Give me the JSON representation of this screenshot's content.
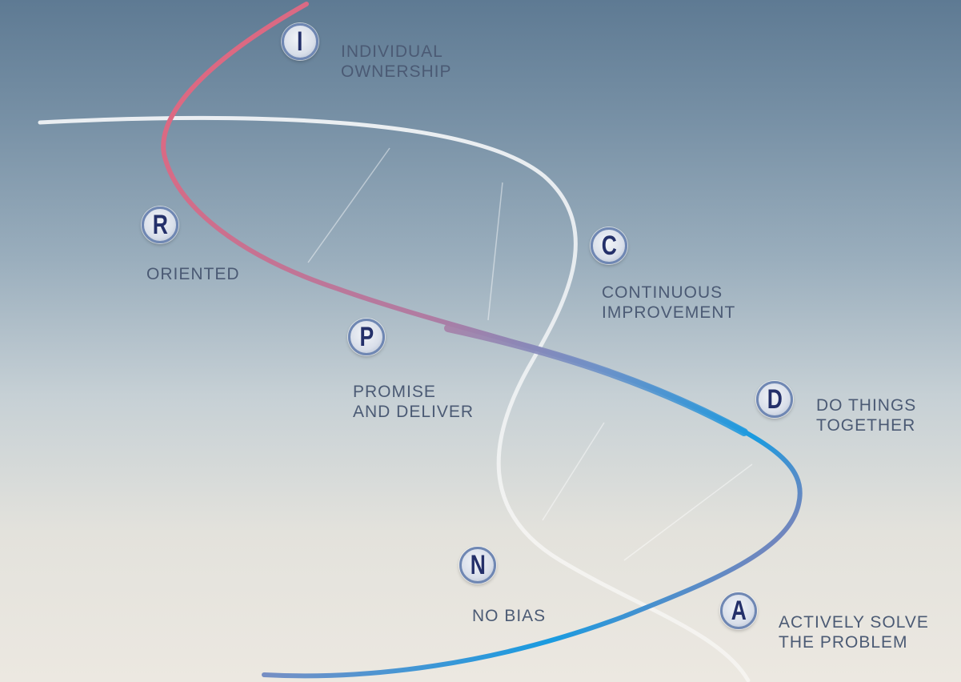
{
  "values": [
    {
      "letter": "I",
      "line1": "INDIVIDUAL",
      "line2": "OWNERSHIP"
    },
    {
      "letter": "R",
      "line1": "ORIENTED",
      "line2": ""
    },
    {
      "letter": "C",
      "line1": "CONTINUOUS",
      "line2": "IMPROVEMENT"
    },
    {
      "letter": "P",
      "line1": "PROMISE",
      "line2": "AND DELIVER"
    },
    {
      "letter": "D",
      "line1": "DO THINGS",
      "line2": "TOGETHER"
    },
    {
      "letter": "N",
      "line1": "NO BIAS",
      "line2": ""
    },
    {
      "letter": "A",
      "line1": "ACTIVELY SOLVE",
      "line2": "THE PROBLEM"
    }
  ],
  "colors": {
    "ribbon_start": "#e0677f",
    "ribbon_end": "#1a9be0",
    "badge_ring": "#6f87b3",
    "letter": "#24306a"
  }
}
